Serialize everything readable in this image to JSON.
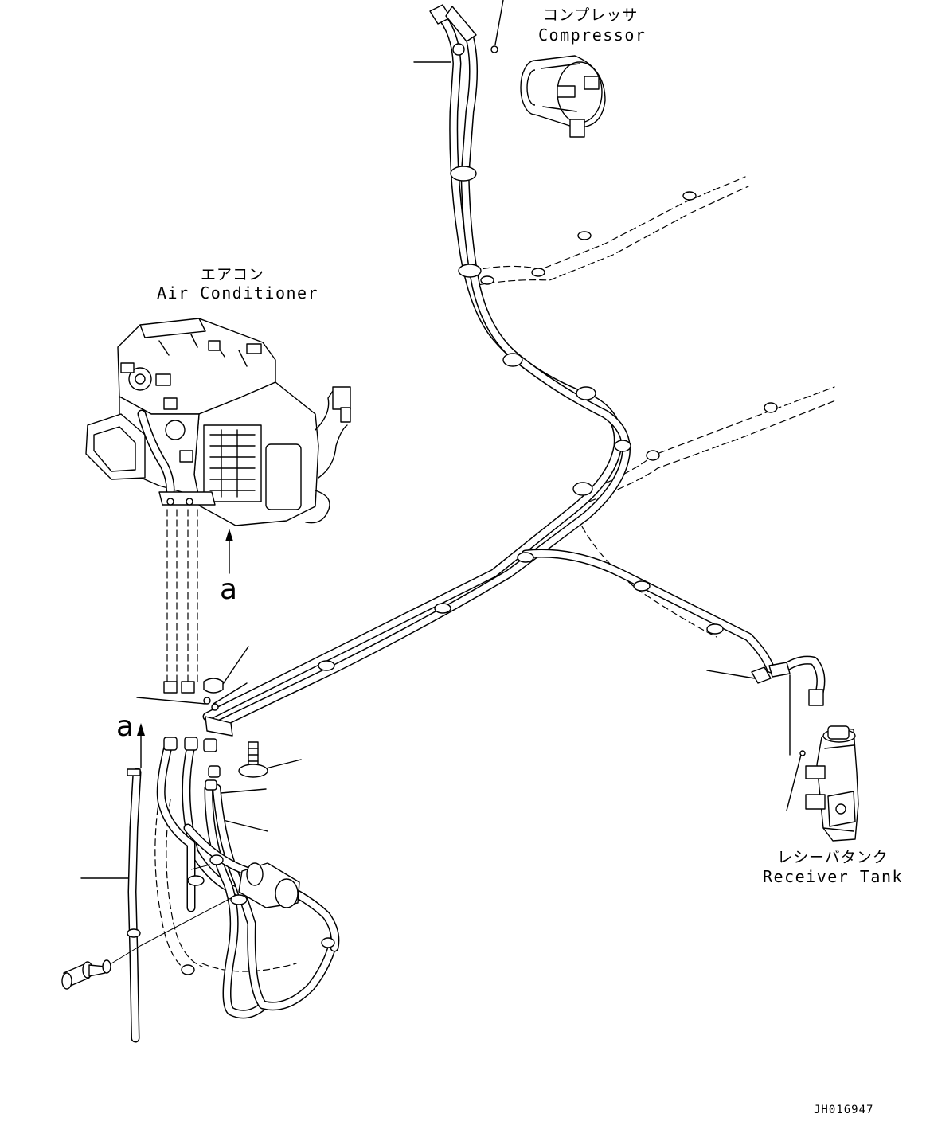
{
  "labels": {
    "compressor_jp": "コンプレッサ",
    "compressor_en": "Compressor",
    "air_conditioner_jp": "エアコン",
    "air_conditioner_en": "Air Conditioner",
    "receiver_tank_jp": "レシーバタンク",
    "receiver_tank_en": "Receiver Tank",
    "view_marker_top": "a",
    "view_marker_left": "a",
    "drawing_code": "JH016947"
  }
}
